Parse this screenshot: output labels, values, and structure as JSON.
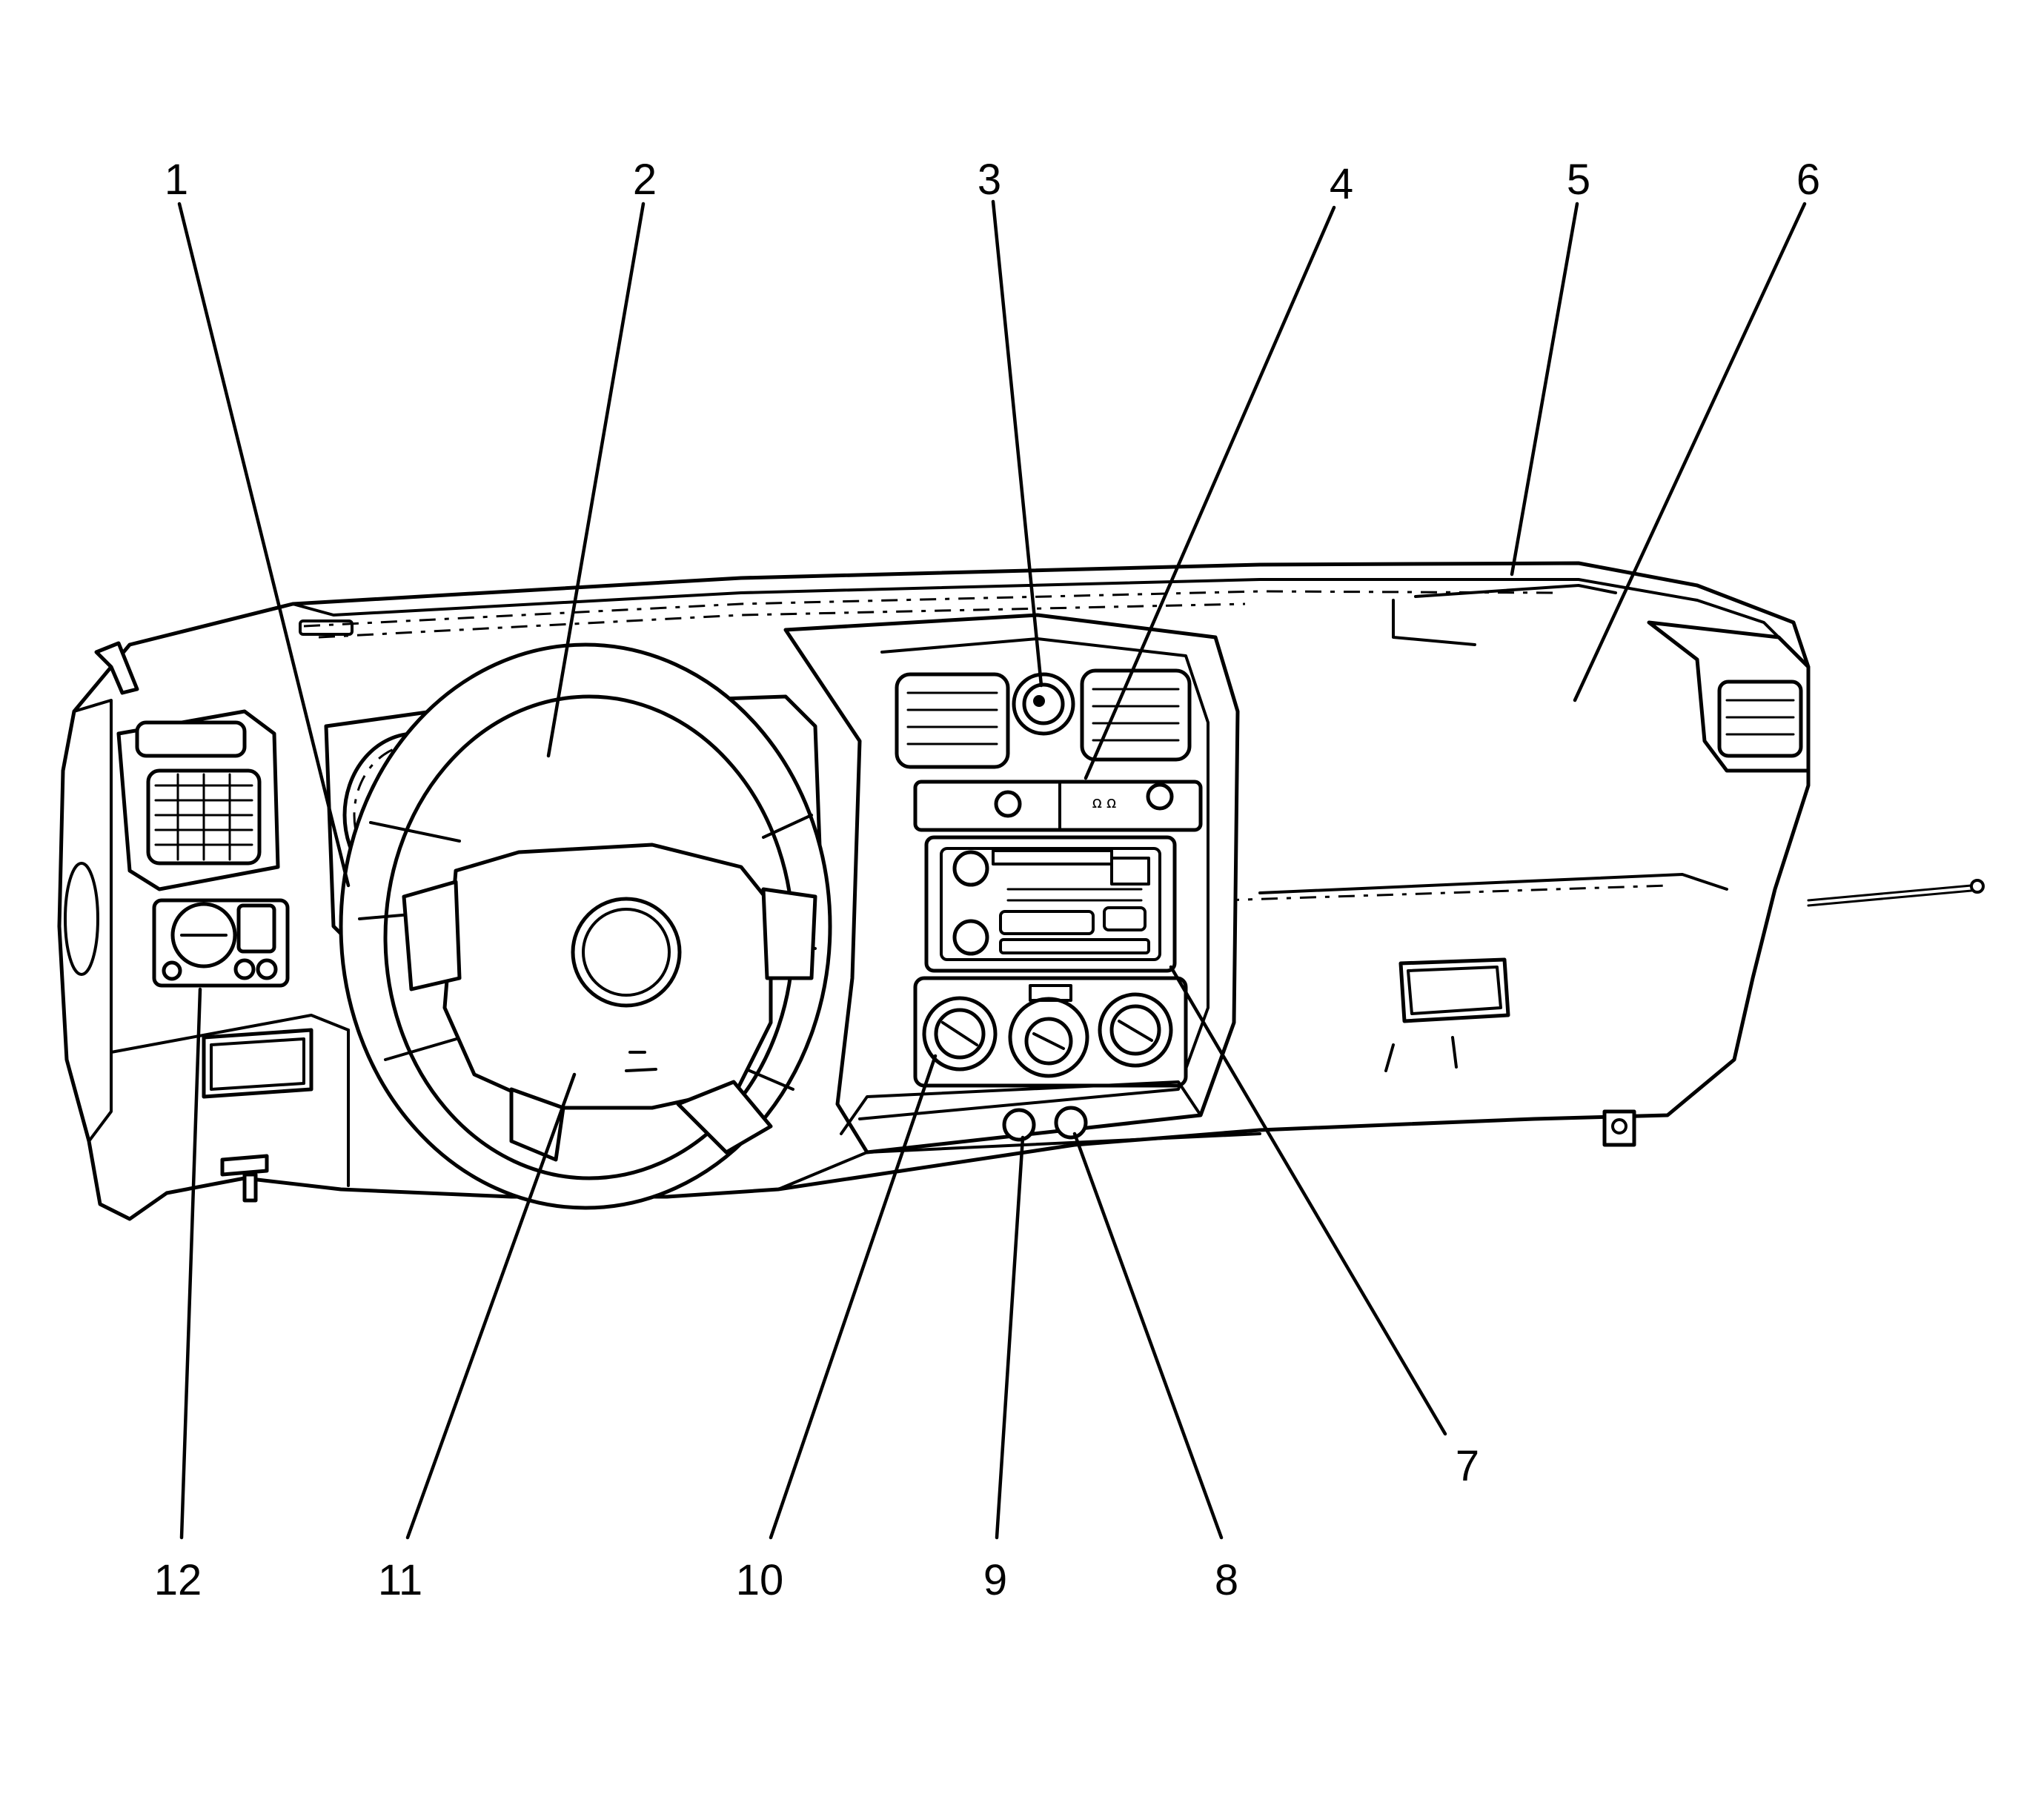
{
  "callouts": [
    {
      "id": "1",
      "label": "1"
    },
    {
      "id": "2",
      "label": "2"
    },
    {
      "id": "3",
      "label": "3"
    },
    {
      "id": "4",
      "label": "4"
    },
    {
      "id": "5",
      "label": "5"
    },
    {
      "id": "6",
      "label": "6"
    },
    {
      "id": "7",
      "label": "7"
    },
    {
      "id": "8",
      "label": "8"
    },
    {
      "id": "9",
      "label": "9"
    },
    {
      "id": "10",
      "label": "10"
    },
    {
      "id": "11",
      "label": "11"
    },
    {
      "id": "12",
      "label": "12"
    }
  ],
  "line_color": "#000000",
  "background_color": "#ffffff"
}
